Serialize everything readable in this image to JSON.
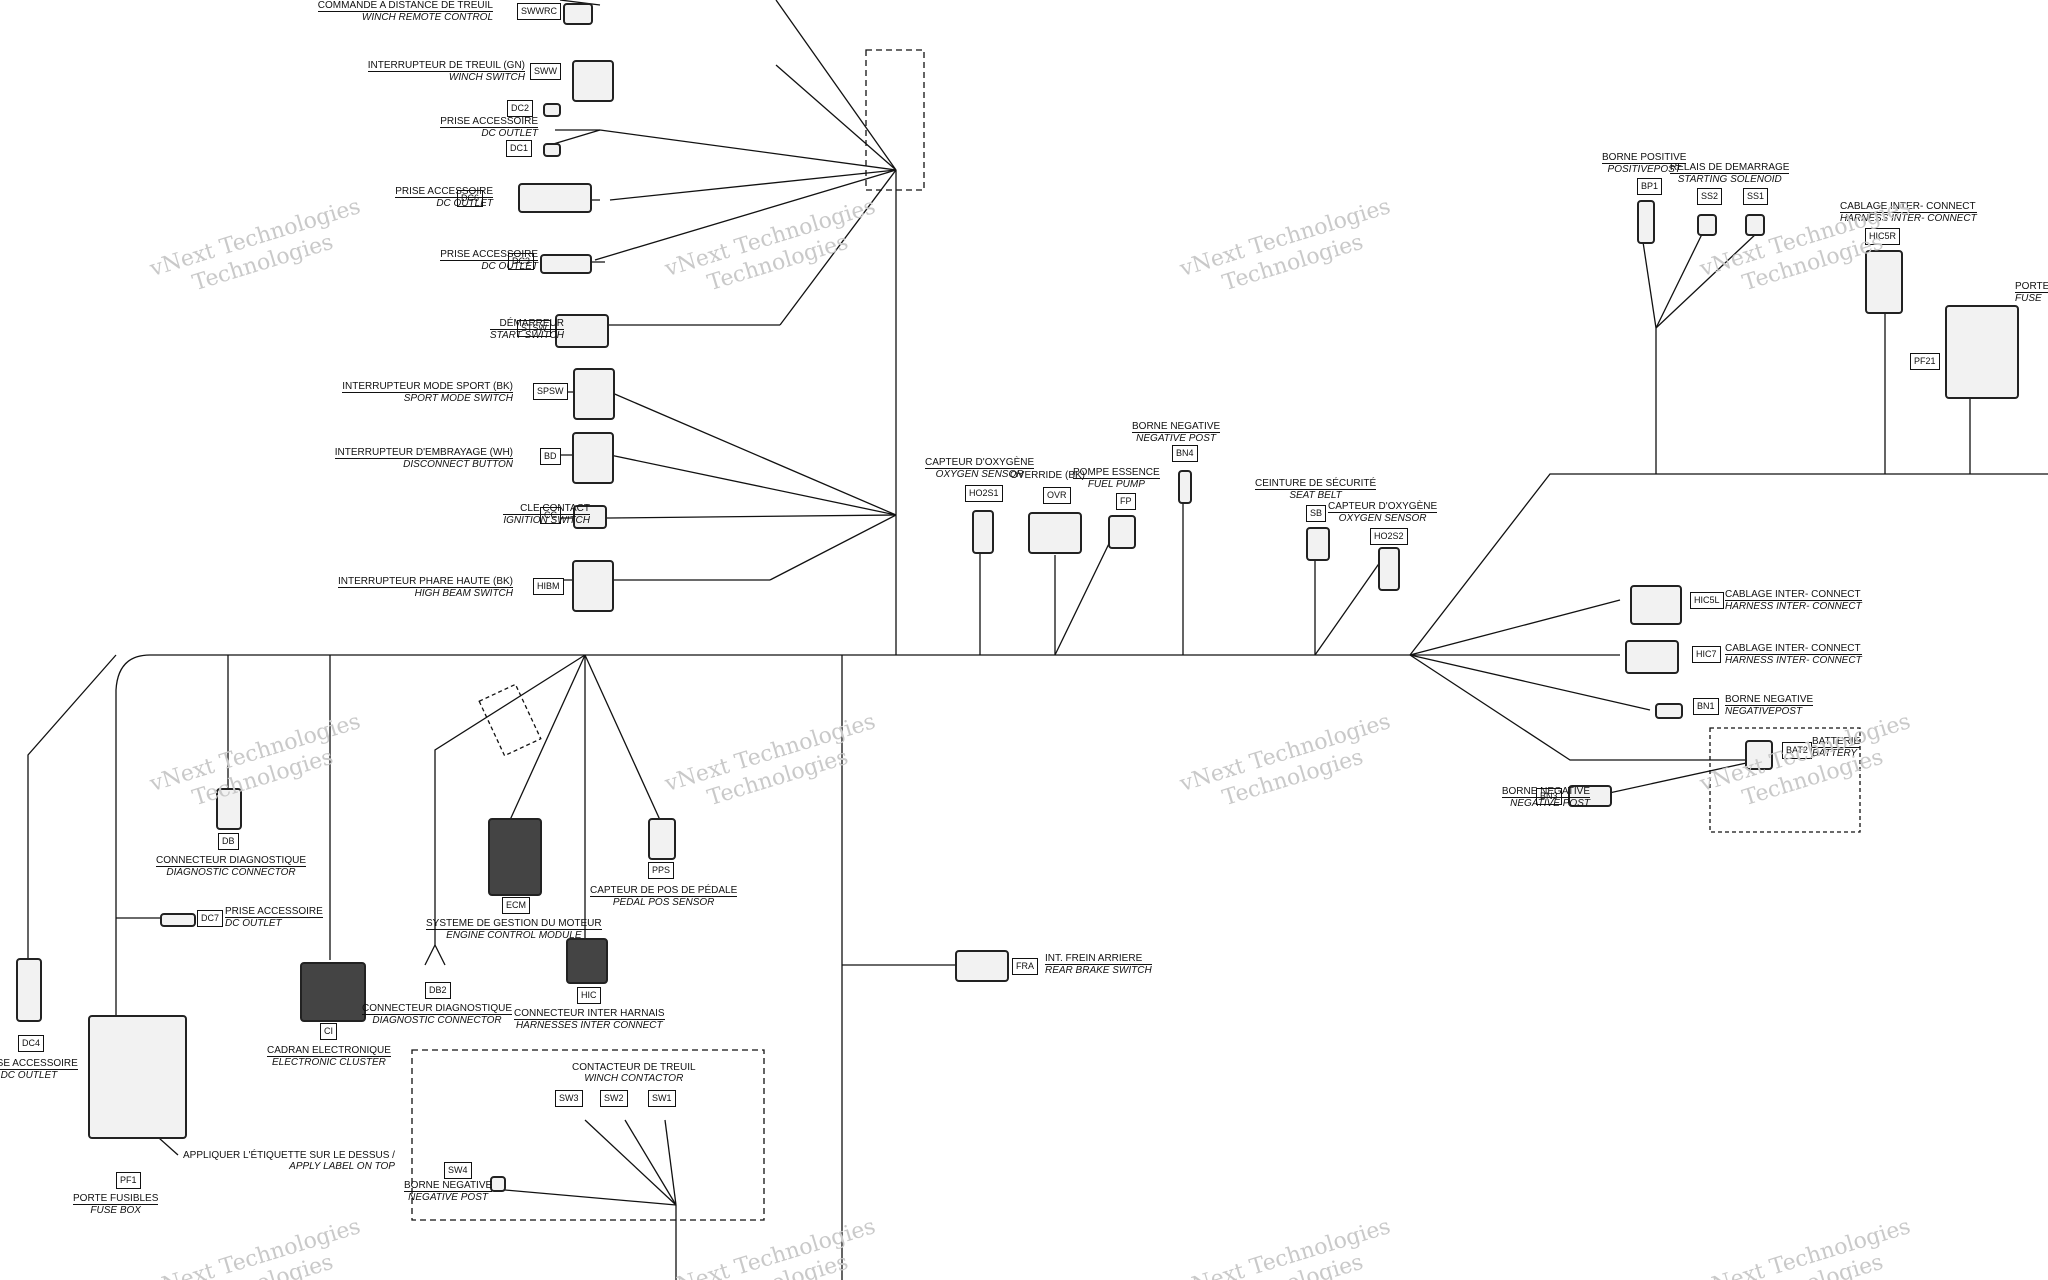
{
  "watermark": {
    "line1": "vNext Technologies",
    "line2": "Technologies"
  },
  "components": [
    {
      "id": "swwrc",
      "code": "SWWRC",
      "fr": "COMMANDE A DISTANCE DE TREUIL",
      "en": "WINCH REMOTE CONTROL"
    },
    {
      "id": "sww",
      "code": "SWW",
      "fr": "INTERRUPTEUR DE TREUIL (GN)",
      "en": "WINCH SWITCH"
    },
    {
      "id": "dc2",
      "code": "DC2",
      "fr": "",
      "en": ""
    },
    {
      "id": "dc1",
      "code": "DC1",
      "fr": "PRISE ACCESSOIRE",
      "en": "DC OUTLET"
    },
    {
      "id": "dc6",
      "code": "DC6",
      "fr": "PRISE ACCESSOIRE",
      "en": "DC OUTLET"
    },
    {
      "id": "dc3",
      "code": "DC3",
      "fr": "PRISE ACCESSOIRE",
      "en": "DC OUTLET"
    },
    {
      "id": "stsw",
      "code": "STSW",
      "fr": "DÉMARREUR",
      "en": "START SWITCH"
    },
    {
      "id": "spsw",
      "code": "SPSW",
      "fr": "INTERRUPTEUR MODE SPORT (BK)",
      "en": "SPORT MODE SWITCH"
    },
    {
      "id": "bd",
      "code": "BD",
      "fr": "INTERRUPTEUR D'EMBRAYAGE (WH)",
      "en": "DISCONNECT BUTTON"
    },
    {
      "id": "cc",
      "code": "CC",
      "fr": "CLE CONTACT",
      "en": "IGNITION SWITCH"
    },
    {
      "id": "hibm",
      "code": "HIBM",
      "fr": "INTERRUPTEUR PHARE HAUTE (BK)",
      "en": "HIGH BEAM SWITCH"
    },
    {
      "id": "ho2s1",
      "code": "HO2S1",
      "fr": "CAPTEUR D'OXYGÈNE",
      "en": "OXYGEN SENSOR"
    },
    {
      "id": "ovr",
      "code": "OVR",
      "fr": "OVERRIDE (BK)",
      "en": ""
    },
    {
      "id": "fp",
      "code": "FP",
      "fr": "POMPE ESSENCE",
      "en": "FUEL PUMP"
    },
    {
      "id": "bn4",
      "code": "BN4",
      "fr": "BORNE NEGATIVE",
      "en": "NEGATIVE POST"
    },
    {
      "id": "sb",
      "code": "SB",
      "fr": "CEINTURE DE SÉCURITÉ",
      "en": "SEAT BELT"
    },
    {
      "id": "ho2s2",
      "code": "HO2S2",
      "fr": "CAPTEUR D'OXYGÈNE",
      "en": "OXYGEN SENSOR"
    },
    {
      "id": "bp1",
      "code": "BP1",
      "fr": "BORNE POSITIVE",
      "en": "POSITIVEPOST"
    },
    {
      "id": "ss2",
      "code": "SS2",
      "fr": "RELAIS DE DEMARRAGE",
      "en": "STARTING SOLENOID"
    },
    {
      "id": "ss1",
      "code": "SS1",
      "fr": "",
      "en": ""
    },
    {
      "id": "hicr",
      "code": "HIC5R",
      "fr": "CABLAGE INTER- CONNECT",
      "en": "HARNESS INTER- CONNECT"
    },
    {
      "id": "pf21",
      "code": "PF21",
      "fr": "PORTE F",
      "en": "FUSE"
    },
    {
      "id": "hic5l",
      "code": "HIC5L",
      "fr": "CABLAGE INTER- CONNECT",
      "en": "HARNESS INTER- CONNECT"
    },
    {
      "id": "hic7",
      "code": "HIC7",
      "fr": "CABLAGE INTER- CONNECT",
      "en": "HARNESS INTER- CONNECT"
    },
    {
      "id": "bn1",
      "code": "BN1",
      "fr": "BORNE NEGATIVE",
      "en": "NEGATIVEPOST"
    },
    {
      "id": "bat2",
      "code": "BAT2",
      "fr": "BATTERIE",
      "en": "BATTERY"
    },
    {
      "id": "bn3",
      "code": "BN3",
      "fr": "BORNE NEGATIVE",
      "en": "NEGATIVE POST"
    },
    {
      "id": "db",
      "code": "DB",
      "fr": "CONNECTEUR DIAGNOSTIQUE",
      "en": "DIAGNOSTIC CONNECTOR"
    },
    {
      "id": "dc7",
      "code": "DC7",
      "fr": "PRISE ACCESSOIRE",
      "en": "DC OUTLET"
    },
    {
      "id": "dc4",
      "code": "DC4",
      "fr": "PRISE ACCESSOIRE",
      "en": "DC OUTLET"
    },
    {
      "id": "ci",
      "code": "CI",
      "fr": "CADRAN ELECTRONIQUE",
      "en": "ELECTRONIC CLUSTER"
    },
    {
      "id": "ecm",
      "code": "ECM",
      "fr": "SYSTEME DE GESTION DU MOTEUR",
      "en": "ENGINE CONTROL MODULE"
    },
    {
      "id": "pps",
      "code": "PPS",
      "fr": "CAPTEUR DE POS DE PÉDALE",
      "en": "PEDAL POS SENSOR"
    },
    {
      "id": "db2",
      "code": "DB2",
      "fr": "CONNECTEUR DIAGNOSTIQUE",
      "en": "DIAGNOSTIC CONNECTOR"
    },
    {
      "id": "hic",
      "code": "HIC",
      "fr": "CONNECTEUR INTER HARNAIS",
      "en": "HARNESSES INTER CONNECT"
    },
    {
      "id": "fra",
      "code": "FRA",
      "fr": "INT. FREIN ARRIERE",
      "en": "REAR BRAKE SWITCH"
    },
    {
      "id": "pf1",
      "code": "PF1",
      "fr": "PORTE FUSIBLES",
      "en": "FUSE BOX"
    },
    {
      "id": "sw3",
      "code": "SW3",
      "fr": "",
      "en": ""
    },
    {
      "id": "sw2",
      "code": "SW2",
      "fr": "",
      "en": ""
    },
    {
      "id": "sw1",
      "code": "SW1",
      "fr": "",
      "en": ""
    },
    {
      "id": "sw4",
      "code": "SW4",
      "fr": "BORNE NEGATIVE",
      "en": "NEGATIVE POST"
    }
  ],
  "notes": {
    "label_on_top": "APPLIQUER L'ÉTIQUETTE SUR LE DESSUS /",
    "label_on_top_en": "APPLY LABEL ON TOP",
    "winch_contactor_fr": "CONTACTEUR DE TREUIL",
    "winch_contactor_en": "WINCH CONTACTOR"
  }
}
